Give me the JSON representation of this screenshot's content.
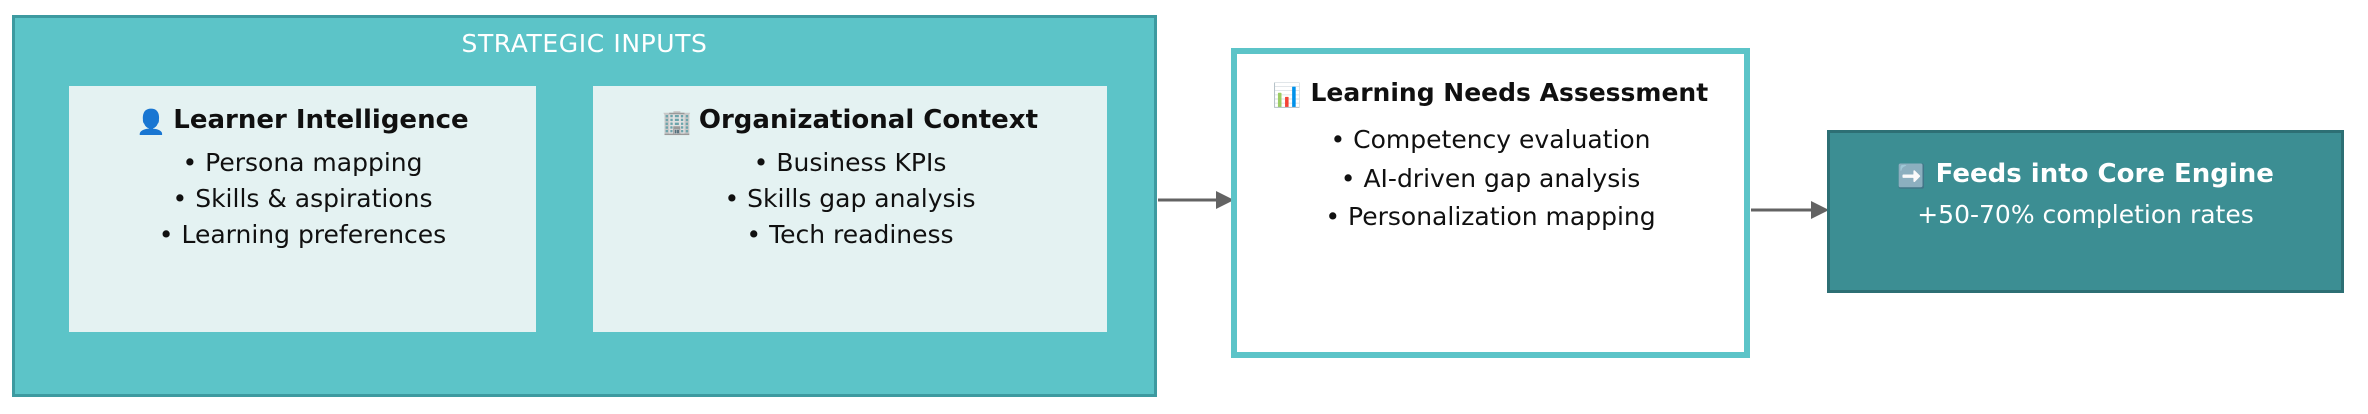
{
  "group": {
    "title": "STRATEGIC INPUTS",
    "accent_color": "#5CC4C8",
    "border_color": "#3D9AA0",
    "card_bg": "#E4F2F2",
    "cards": [
      {
        "icon": "bust-in-silhouette-icon",
        "icon_glyph": "👤",
        "heading": "Learner Intelligence",
        "items": [
          "• Persona mapping",
          "• Skills & aspirations",
          "• Learning preferences"
        ]
      },
      {
        "icon": "office-building-icon",
        "icon_glyph": "🏢",
        "heading": "Organizational Context",
        "items": [
          "• Business KPIs",
          "• Skills gap analysis",
          "• Tech readiness"
        ]
      }
    ]
  },
  "middle": {
    "icon": "bar-chart-icon",
    "icon_glyph": "📊",
    "title": "Learning Needs Assessment",
    "border_color": "#5CC4C8",
    "items": [
      "• Competency evaluation",
      "• AI-driven gap analysis",
      "• Personalization mapping"
    ]
  },
  "outcome": {
    "icon": "right-arrow-button-icon",
    "icon_glyph": "➡️",
    "title": "Feeds into Core Engine",
    "subtitle": "+50-70% completion rates",
    "bg_color": "#3C8E93",
    "border_color": "#2D6F74"
  },
  "connectors": {
    "arrow_color": "#636363",
    "arrow_1_label": "inputs-to-assessment",
    "arrow_2_label": "assessment-to-outcome"
  }
}
